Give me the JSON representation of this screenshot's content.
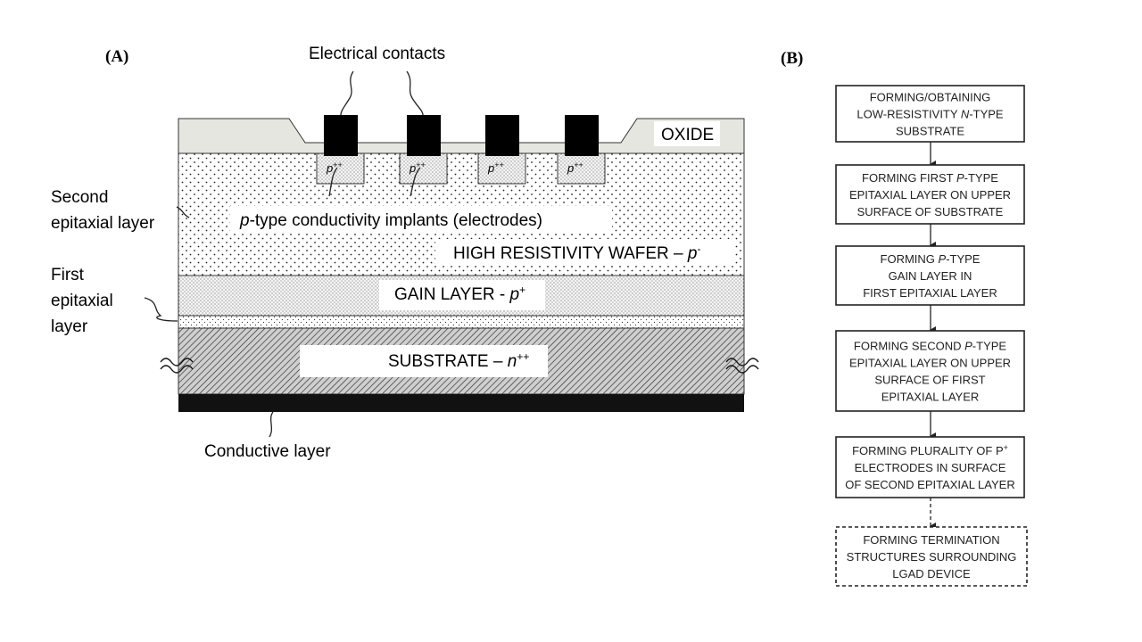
{
  "panel_a": {
    "label": "(A)",
    "callouts": {
      "electrical_contacts": "Electrical contacts",
      "second_epitaxial_line1": "Second",
      "second_epitaxial_line2": "epitaxial layer",
      "first_epitaxial_line1": "First",
      "first_epitaxial_line2": "epitaxial",
      "first_epitaxial_line3": "layer",
      "conductive_layer": "Conductive layer"
    },
    "layers": {
      "oxide": "OXIDE",
      "implants_italic": "p",
      "implants_rest": "-type conductivity implants (electrodes)",
      "wafer_text": "HIGH RESISTIVITY WAFER – ",
      "wafer_italic": "p",
      "wafer_sup": "-",
      "gain_text": "GAIN LAYER - ",
      "gain_italic": "p",
      "gain_sup": "+",
      "substrate_text": "SUBSTRATE – ",
      "substrate_italic": "n",
      "substrate_sup": "++"
    },
    "electrode_label_italic": "p",
    "electrode_label_sup": "++"
  },
  "panel_b": {
    "label": "(B)",
    "steps": [
      {
        "lines": [
          [
            "FORMING/OBTAINING"
          ],
          [
            "LOW-RESISTIVITY ",
            {
              "i": "N"
            },
            "-TYPE"
          ],
          [
            "SUBSTRATE"
          ]
        ],
        "dashed": false
      },
      {
        "lines": [
          [
            "FORMING FIRST ",
            {
              "i": "P"
            },
            "-TYPE"
          ],
          [
            "EPITAXIAL LAYER ON UPPER"
          ],
          [
            "SURFACE OF SUBSTRATE"
          ]
        ],
        "dashed": false
      },
      {
        "lines": [
          [
            "FORMING ",
            {
              "i": "P"
            },
            "-TYPE"
          ],
          [
            "GAIN LAYER IN"
          ],
          [
            "FIRST EPITAXIAL LAYER"
          ]
        ],
        "dashed": false
      },
      {
        "lines": [
          [
            "FORMING SECOND ",
            {
              "i": "P"
            },
            "-TYPE"
          ],
          [
            "EPITAXIAL LAYER ON UPPER"
          ],
          [
            "SURFACE OF FIRST"
          ],
          [
            "EPITAXIAL LAYER"
          ]
        ],
        "dashed": false
      },
      {
        "lines": [
          [
            "FORMING PLURALITY OF P",
            {
              "sup": "+"
            }
          ],
          [
            "ELECTRODES IN SURFACE"
          ],
          [
            "OF SECOND EPITAXIAL LAYER"
          ]
        ],
        "dashed": false
      },
      {
        "lines": [
          [
            "FORMING TERMINATION"
          ],
          [
            "STRUCTURES SURROUNDING"
          ],
          [
            "LGAD DEVICE"
          ]
        ],
        "dashed": true
      }
    ]
  }
}
